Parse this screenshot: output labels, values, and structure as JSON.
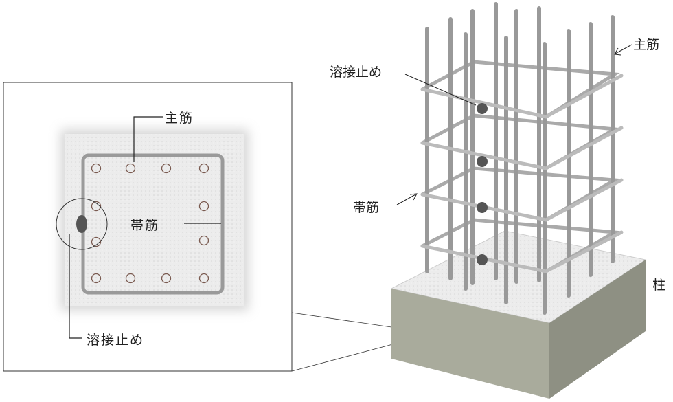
{
  "detail": {
    "main_bar_label": "主筋",
    "hoop_label": "帯筋",
    "weld_label": "溶接止め"
  },
  "perspective": {
    "weld_label": "溶接止め",
    "main_bar_label": "主筋",
    "hoop_label": "帯筋",
    "column_label": "柱"
  },
  "colors": {
    "concrete": "#a9ab9c",
    "rebar": "#9a9a9a",
    "weld": "#555555",
    "line": "#222222"
  }
}
